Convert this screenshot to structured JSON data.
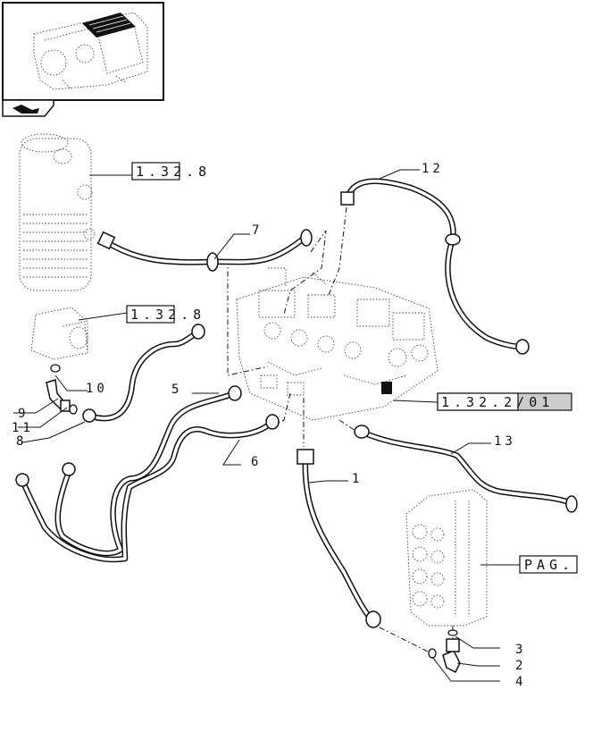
{
  "thumbnail": {
    "nav_icon": "arrow-page-icon"
  },
  "references": {
    "ref_filter": "1.32.8",
    "ref_valve": "1.32.8",
    "ref_block": "1.32.2/01",
    "ref_page": "PAG."
  },
  "callouts": {
    "c1": "1",
    "c2": "2",
    "c3": "3",
    "c4": "4",
    "c5": "5",
    "c6": "6",
    "c7": "7",
    "c8": "8",
    "c9": "9",
    "c10": "10",
    "c11": "11",
    "c12": "12",
    "c13": "13"
  }
}
